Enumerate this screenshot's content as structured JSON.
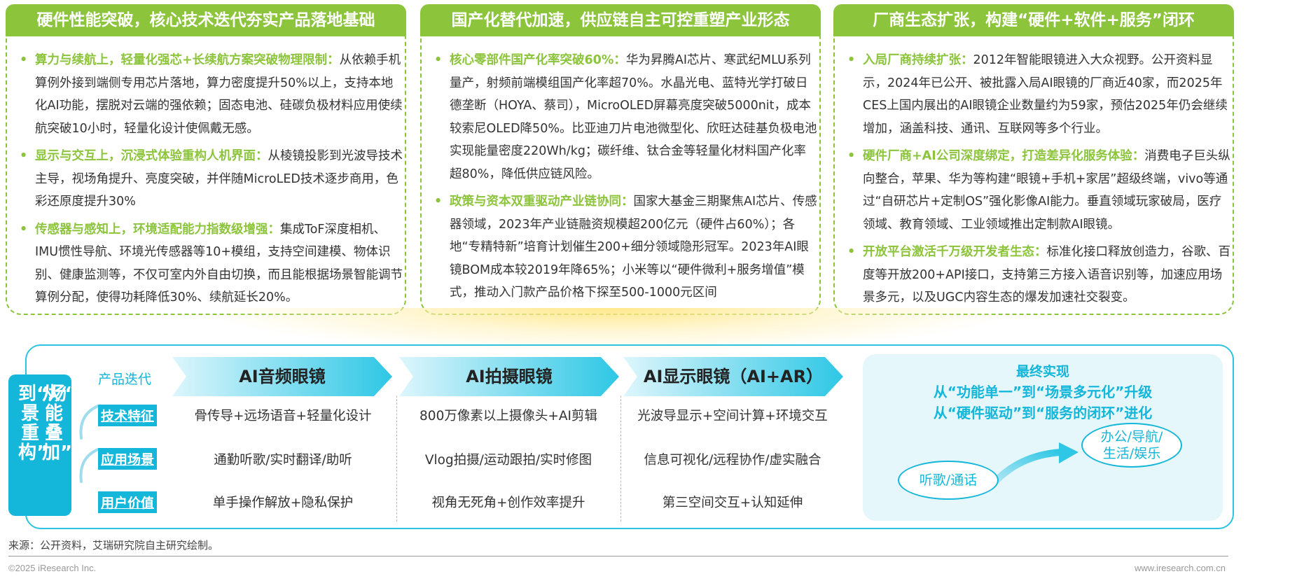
{
  "panels": [
    {
      "title": "硬件性能突破，核心技术迭代夯实产品落地基础",
      "items": [
        {
          "key": "算力与续航上，轻量化强芯+长续航方案突破物理限制：",
          "text": "从依赖手机算例外接到端侧专用芯片落地，算力密度提升50%以上，支持本地化AI功能，摆脱对云端的强依赖；固态电池、硅碳负极材料应用使续航突破10小时，轻量化设计使佩戴无感。"
        },
        {
          "key": "显示与交互上，沉浸式体验重构人机界面：",
          "text": "从棱镜投影到光波导技术主导，视场角提升、亮度突破，并伴随MicroLED技术逐步商用，色彩还原度提升30%"
        },
        {
          "key": "传感器与感知上，环境适配能力指数级增强：",
          "text": "集成ToF深度相机、IMU惯性导航、环境光传感器等10+模组，支持空间建模、物体识别、健康监测等，不仅可室内外自由切换，而且能根据场景智能调节算例分配，使得功耗降低30%、续航延长20%。"
        }
      ]
    },
    {
      "title": "国产化替代加速，供应链自主可控重塑产业形态",
      "items": [
        {
          "key": "核心零部件国产化率突破60%：",
          "text": "华为昇腾AI芯片、寒武纪MLU系列量产，射频前端模组国产化率超70%。水晶光电、蓝特光学打破日德垄断（HOYA、蔡司），MicroOLED屏幕亮度突破5000nit，成本较索尼OLED降50%。比亚迪刀片电池微型化、欣旺达硅基负极电池实现能量密度220Wh/kg；碳纤维、钛合金等轻量化材料国产化率超80%，降低供应链风险。"
        },
        {
          "key": "政策与资本双重驱动产业链协同：",
          "text": "国家大基金三期聚焦AI芯片、传感器领域，2023年产业链融资规模超200亿元（硬件占60%）；各地“专精特新”培育计划催生200+细分领域隐形冠军。2023年AI眼镜BOM成本较2019年降65%；小米等以“硬件微利+服务增值”模式，推动入门款产品价格下探至500-1000元区间"
        }
      ]
    },
    {
      "title": "厂商生态扩张，构建“硬件+软件+服务”闭环",
      "items": [
        {
          "key": "入局厂商持续扩张：",
          "text": "2012年智能眼镜进入大众视野。公开资料显示，2024年已公开、被批露入局AI眼镜的厂商近40家，而2025年CES上国内展出的AI眼镜企业数量约为59家，预估2025年仍会继续增加，涵盖科技、通讯、互联网等多个行业。"
        },
        {
          "key": "硬件厂商+AI公司深度绑定，打造差异化服务体验：",
          "text": "消费电子巨头纵向整合，苹果、华为等构建“眼镜+手机+家居”超级终端，vivo等通过“自研芯片+定制OS”强化影像AI能力。垂直领域玩家破局，医疗领域、教育领域、工业领域推出定制款AI眼镜。"
        },
        {
          "key": "开放平台激活千万级开发者生态：",
          "text": "标准化接口释放创造力，谷歌、百度等开放200+API接口，支持第三方接入语音识别等，加速应用场景多元，以及UGC内容生态的爆发加速社交裂变。"
        }
      ]
    }
  ],
  "sidebar": {
    "col_right": "从“功能叠加”",
    "col_left": "到“场景重构”"
  },
  "rows": {
    "iteration": "产品迭代",
    "tech": "技术特征",
    "scene": "应用场景",
    "value": "用户价值"
  },
  "products": [
    {
      "name": "AI音频眼镜",
      "tech": "骨传导+远场语音+轻量化设计",
      "scene": "通勤听歌/实时翻译/助听",
      "value": "单手操作解放+隐私保护"
    },
    {
      "name": "AI拍摄眼镜",
      "tech": "800万像素以上摄像头+AI剪辑",
      "scene": "Vlog拍摄/运动跟拍/实时修图",
      "value": "视角无死角+创作效率提升"
    },
    {
      "name": "AI显示眼镜（AI+AR）",
      "tech": "光波导显示+空间计算+环境交互",
      "scene": "信息可视化/远程协作/虚实融合",
      "value": "第三空间交互+认知延伸"
    }
  ],
  "final": {
    "title": "最终实现",
    "line1": "从“功能单一”到“场景多元化”升级",
    "line2": "从“硬件驱动”到“服务的闭环”进化",
    "from": "听歌/通话",
    "to_line1": "办公/导航/",
    "to_line2": "生活/娱乐"
  },
  "source": "来源：公开资料，艾瑞研究院自主研究绘制。",
  "copyright": "©2025 iResearch Inc.",
  "website": "www.iresearch.com.cn",
  "colors": {
    "green": "#8cc43c",
    "cyan": "#14b6da",
    "chevron_light": "#c7f0fa",
    "chevron_dark": "#22c3e3"
  }
}
